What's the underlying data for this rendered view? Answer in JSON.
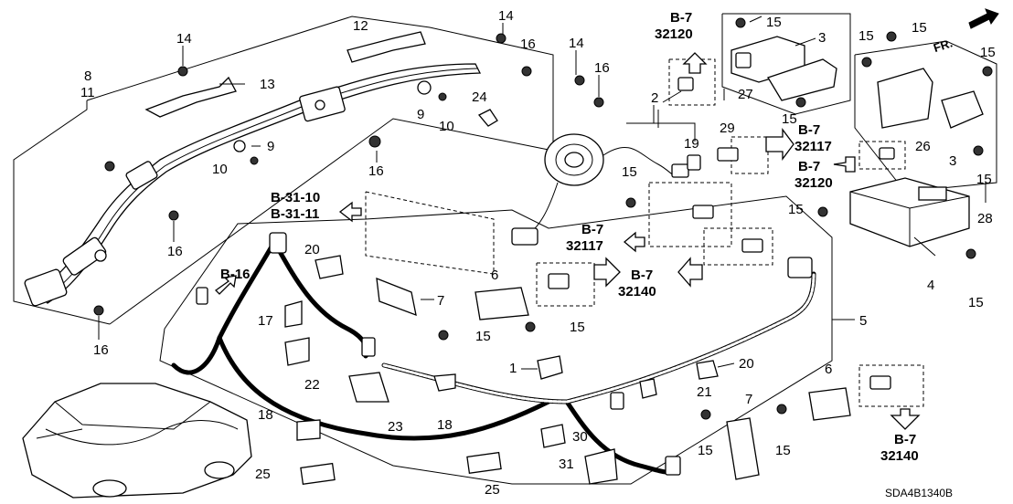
{
  "labels": {
    "l1": "1",
    "l2": "2",
    "l3a": "3",
    "l3b": "3",
    "l4": "4",
    "l5": "5",
    "l6a": "6",
    "l6b": "6",
    "l7a": "7",
    "l7b": "7",
    "l8": "8",
    "l11": "11",
    "l9a": "9",
    "l9b": "9",
    "l10a": "10",
    "l10b": "10",
    "l12": "12",
    "l13": "13",
    "l14a": "14",
    "l14b": "14",
    "l14c": "14",
    "l15a": "15",
    "l15b": "15",
    "l15c": "15",
    "l15d": "15",
    "l15e": "15",
    "l15f": "15",
    "l15g": "15",
    "l15h": "15",
    "l15i": "15",
    "l15j": "15",
    "l15k": "15",
    "l15l": "15",
    "l15m": "15",
    "l16a": "16",
    "l16b": "16",
    "l16c": "16",
    "l16d": "16",
    "l16e": "16",
    "l17": "17",
    "l18a": "18",
    "l18b": "18",
    "l19": "19",
    "l20a": "20",
    "l20b": "20",
    "l21": "21",
    "l22": "22",
    "l23": "23",
    "l24": "24",
    "l25a": "25",
    "l25b": "25",
    "l26": "26",
    "l27": "27",
    "l28": "28",
    "l29": "29",
    "l30": "30",
    "l31": "31"
  },
  "refs": {
    "r1_top": "B-7",
    "r1_bot": "32120",
    "r2_top": "B-7",
    "r2_bot": "32117",
    "r3_top": "B-7",
    "r3_bot": "32120",
    "r4_top": "B-31-10",
    "r4_bot": "B-31-11",
    "r5_top": "B-7",
    "r5_bot": "32117",
    "r6": "B-16",
    "r7_top": "B-7",
    "r7_bot": "32140",
    "r8_top": "B-7",
    "r8_bot": "32140"
  },
  "front_indicator": "FR.",
  "diagram_code": "SDA4B1340B"
}
